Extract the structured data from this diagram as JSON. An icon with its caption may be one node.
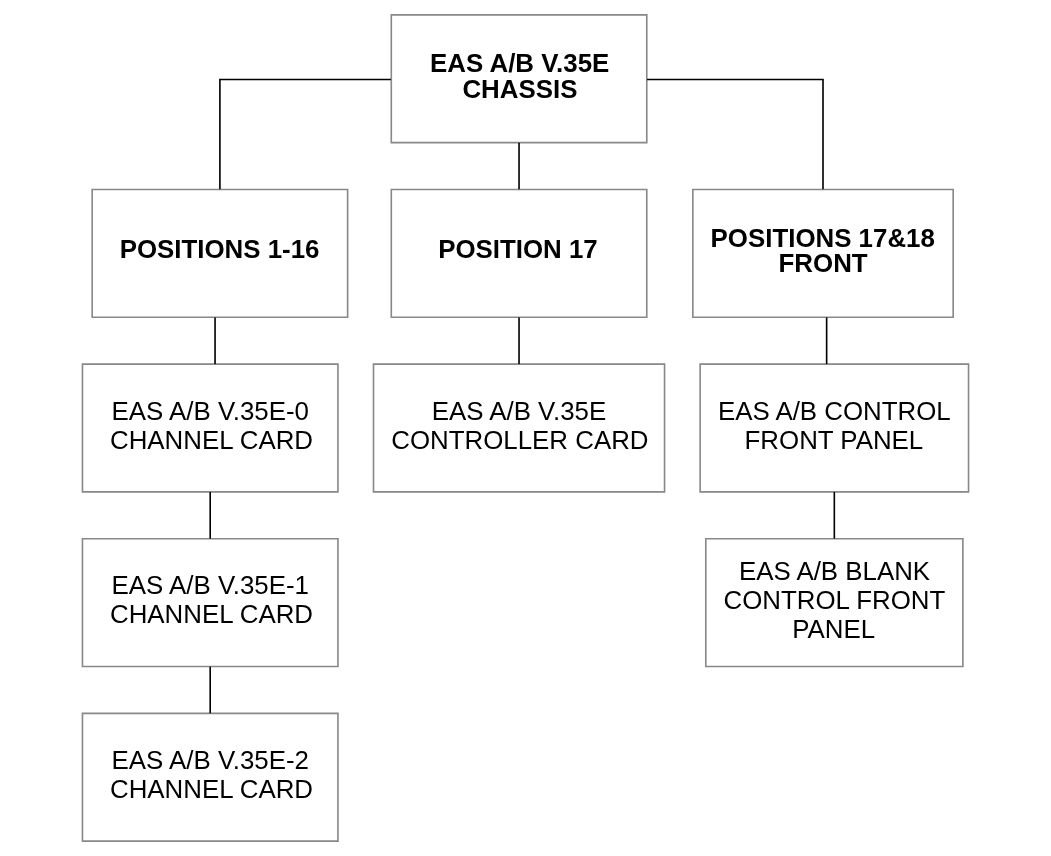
{
  "diagram": {
    "nodes": [
      {
        "text": [
          "EAS A/B V.35E CHASSIS"
        ]
      },
      {
        "text": [
          "POSITIONS 1-16"
        ]
      },
      {
        "text": [
          "POSITION 17"
        ]
      },
      {
        "text": [
          "POSITIONS 17&18 FRONT"
        ]
      },
      {
        "text": [
          "EAS A/B V.35E-0 CHANNEL CARD"
        ]
      },
      {
        "text": [
          "EAS A/B V.35E CONTROLLER CARD"
        ]
      },
      {
        "text": [
          "EAS A/B CONTROL FRONT PANEL"
        ]
      },
      {
        "text": [
          "EAS A/B V.35E-1 CHANNEL CARD"
        ]
      },
      {
        "text": [
          "EAS A/B BLANK CONTROL FRONT PANEL"
        ]
      },
      {
        "text": [
          "EAS A/B V.35E-2 CHANNEL CARD"
        ]
      }
    ],
    "edges": [
      {
        "from": 0,
        "to": 1,
        "arrow": "none"
      },
      {
        "from": 0,
        "to": 2,
        "arrow": "none"
      },
      {
        "from": 0,
        "to": 3,
        "arrow": "none"
      },
      {
        "from": 1,
        "to": 4,
        "arrow": "none"
      },
      {
        "from": 2,
        "to": 5,
        "arrow": "none"
      },
      {
        "from": 3,
        "to": 6,
        "arrow": "none"
      },
      {
        "from": 4,
        "to": 7,
        "arrow": "none"
      },
      {
        "from": 6,
        "to": 8,
        "arrow": "none"
      },
      {
        "from": 7,
        "to": 9,
        "arrow": "none"
      }
    ]
  }
}
